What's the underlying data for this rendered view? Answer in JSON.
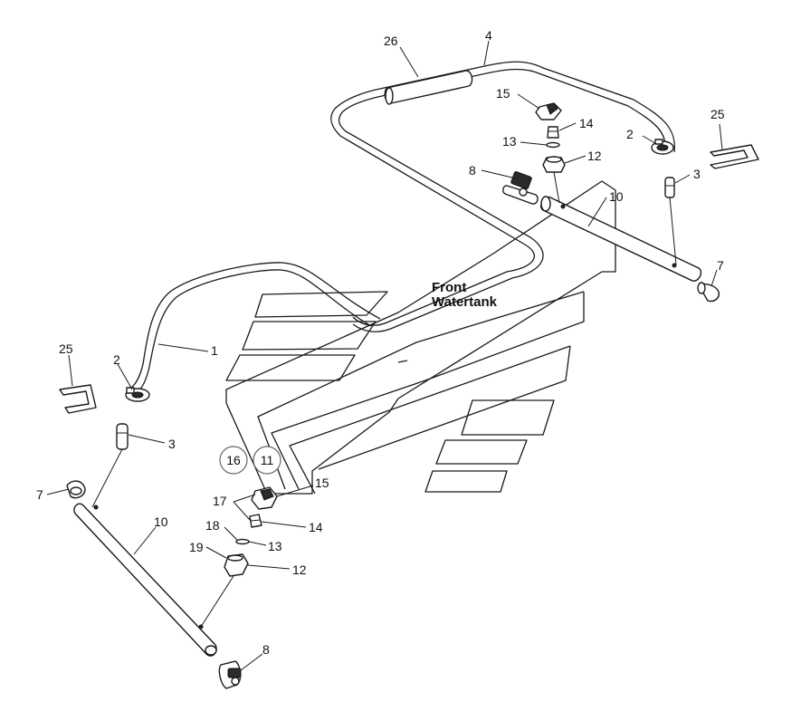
{
  "tank_label": {
    "line1": "Front",
    "line2": "Watertank"
  },
  "callouts": {
    "hose_right": "4",
    "sleeve": "26",
    "clamp_right": "2",
    "adapter_right": "3",
    "tag_right": "25",
    "nozzle_cap_right": "15",
    "nozzle_tip_right": "14",
    "seal_right": "13",
    "nozzle_body_right": "12",
    "valve_right": "8",
    "boom_right": "10",
    "plug_right": "7",
    "hose_left": "1",
    "tag_left": "25",
    "clamp_left": "2",
    "adapter_left": "3",
    "plug_left": "7",
    "boom_left": "10",
    "circle_a": "16",
    "circle_b": "11",
    "nozzle_cap_left": "15",
    "part_17": "17",
    "nozzle_tip_left": "14",
    "part_18": "18",
    "seal_left": "13",
    "part_19": "19",
    "nozzle_body_left": "12",
    "valve_left": "8"
  }
}
